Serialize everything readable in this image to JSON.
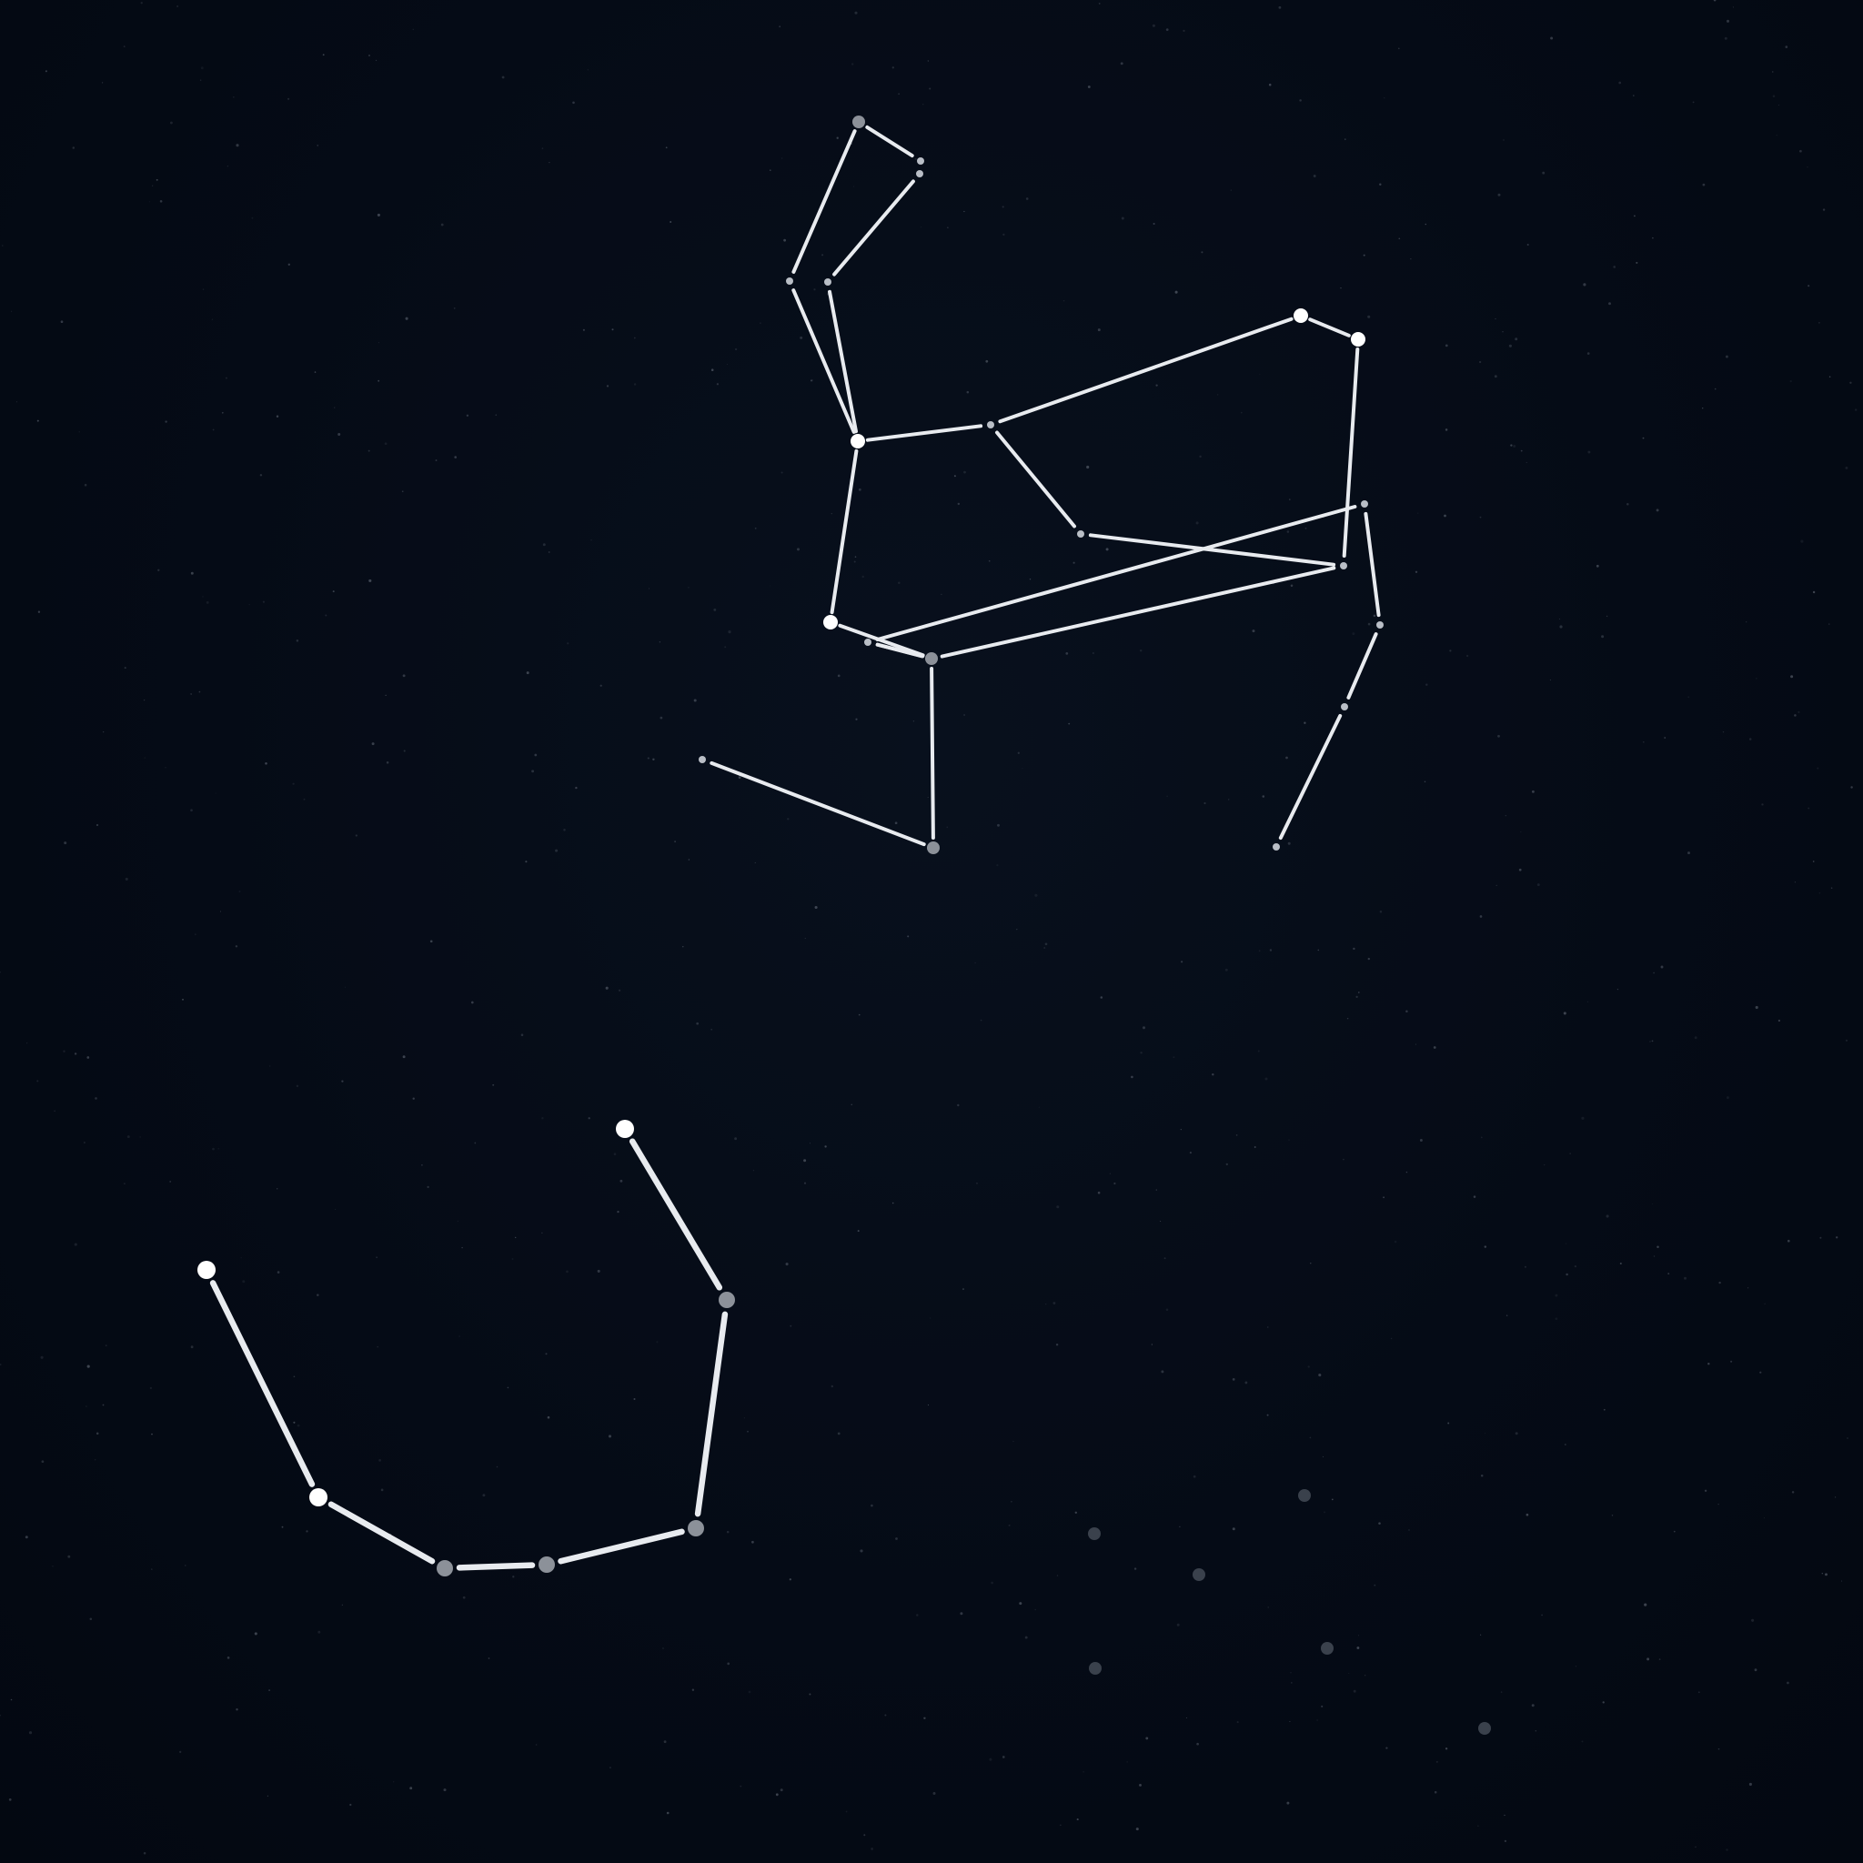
{
  "scene": {
    "background_color": "#050b16",
    "line_color": "#e8ebef",
    "bright_star_color": "#ffffff",
    "dim_star_color": "#7a7f88",
    "background_star_color": "#9aa3b0"
  },
  "constellations": [
    {
      "id": "hercules",
      "stars": [
        {
          "id": "h1",
          "brightness": "medium"
        },
        {
          "id": "h2",
          "brightness": "dim"
        },
        {
          "id": "h3",
          "brightness": "dim"
        },
        {
          "id": "h4",
          "brightness": "dim"
        },
        {
          "id": "h5",
          "brightness": "dim"
        },
        {
          "id": "h6",
          "brightness": "bright"
        },
        {
          "id": "h7",
          "brightness": "bright"
        },
        {
          "id": "h8",
          "brightness": "dim"
        },
        {
          "id": "h9",
          "brightness": "dim"
        },
        {
          "id": "h10",
          "brightness": "dim"
        },
        {
          "id": "h11",
          "brightness": "dim"
        },
        {
          "id": "h12",
          "brightness": "bright"
        },
        {
          "id": "h13",
          "brightness": "bright"
        },
        {
          "id": "h14",
          "brightness": "dim"
        },
        {
          "id": "h15",
          "brightness": "dim"
        },
        {
          "id": "h16",
          "brightness": "medium"
        },
        {
          "id": "h17",
          "brightness": "medium"
        },
        {
          "id": "h18",
          "brightness": "dim"
        },
        {
          "id": "h19",
          "brightness": "dim"
        },
        {
          "id": "h20",
          "brightness": "dim"
        },
        {
          "id": "h21",
          "brightness": "dim"
        }
      ],
      "lines": [
        [
          "h1",
          "h2"
        ],
        [
          "h1",
          "h4"
        ],
        [
          "h2",
          "h3"
        ],
        [
          "h3",
          "h5"
        ],
        [
          "h4",
          "h6"
        ],
        [
          "h5",
          "h6"
        ],
        [
          "h6",
          "h7"
        ],
        [
          "h7",
          "h8"
        ],
        [
          "h6",
          "h9"
        ],
        [
          "h9",
          "h10"
        ],
        [
          "h10",
          "h11"
        ],
        [
          "h11",
          "h8"
        ],
        [
          "h9",
          "h12"
        ],
        [
          "h12",
          "h13"
        ],
        [
          "h13",
          "h11"
        ],
        [
          "h8",
          "h14"
        ],
        [
          "h15",
          "h16"
        ],
        [
          "h16",
          "h17"
        ],
        [
          "h17",
          "h14"
        ],
        [
          "h14",
          "h18"
        ],
        [
          "h18",
          "h19"
        ],
        [
          "h19",
          "h20"
        ],
        [
          "h20",
          "h21"
        ]
      ]
    },
    {
      "id": "corona-borealis",
      "stars": [
        {
          "id": "c1",
          "brightness": "bright"
        },
        {
          "id": "c2",
          "brightness": "medium"
        },
        {
          "id": "c3",
          "brightness": "medium"
        },
        {
          "id": "c4",
          "brightness": "medium"
        },
        {
          "id": "c5",
          "brightness": "medium"
        },
        {
          "id": "c6",
          "brightness": "bright"
        },
        {
          "id": "c7",
          "brightness": "bright"
        },
        {
          "id": "c8",
          "brightness": "medium"
        }
      ],
      "lines": [
        [
          "c1",
          "c2"
        ],
        [
          "c2",
          "c3"
        ],
        [
          "c3",
          "c4"
        ],
        [
          "c4",
          "c5"
        ],
        [
          "c5",
          "c6"
        ],
        [
          "c6",
          "c7"
        ],
        [
          "c7",
          "c8"
        ]
      ]
    }
  ],
  "loose_stars": [
    {
      "id": "l1",
      "brightness": "faint"
    },
    {
      "id": "l2",
      "brightness": "faint"
    },
    {
      "id": "l3",
      "brightness": "faint"
    },
    {
      "id": "l4",
      "brightness": "faint"
    },
    {
      "id": "l5",
      "brightness": "faint"
    },
    {
      "id": "l6",
      "brightness": "faint"
    }
  ]
}
